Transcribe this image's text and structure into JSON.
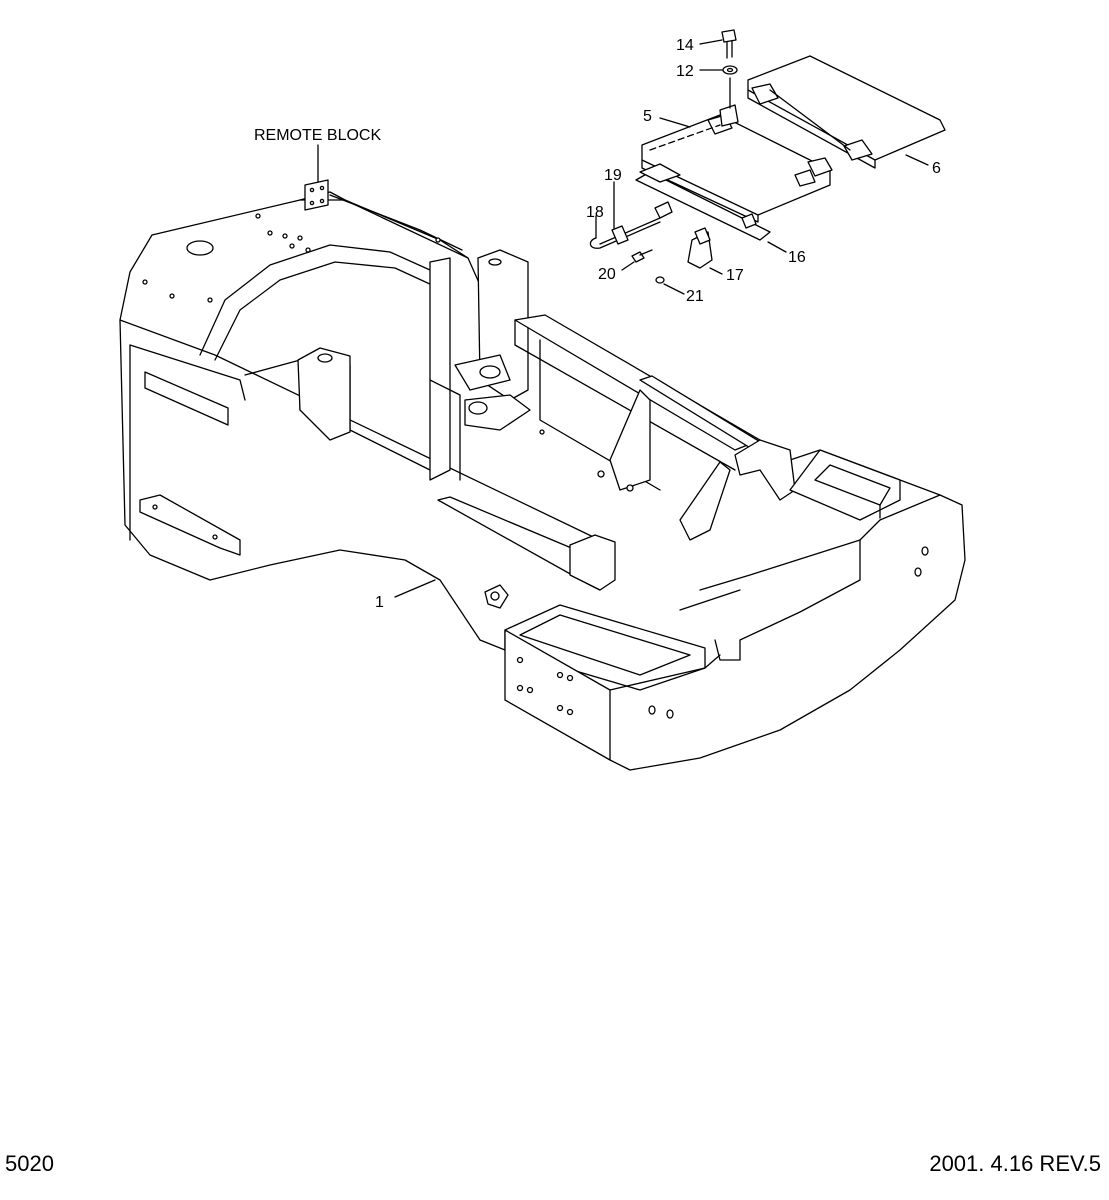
{
  "callout_note": "REMOTE BLOCK",
  "part_numbers": {
    "p1": "1",
    "p5": "5",
    "p6": "6",
    "p12": "12",
    "p14": "14",
    "p16": "16",
    "p17": "17",
    "p18": "18",
    "p19": "19",
    "p20": "20",
    "p21": "21"
  },
  "footer": {
    "page_code": "5020",
    "revision": "2001. 4.16  REV.5"
  }
}
